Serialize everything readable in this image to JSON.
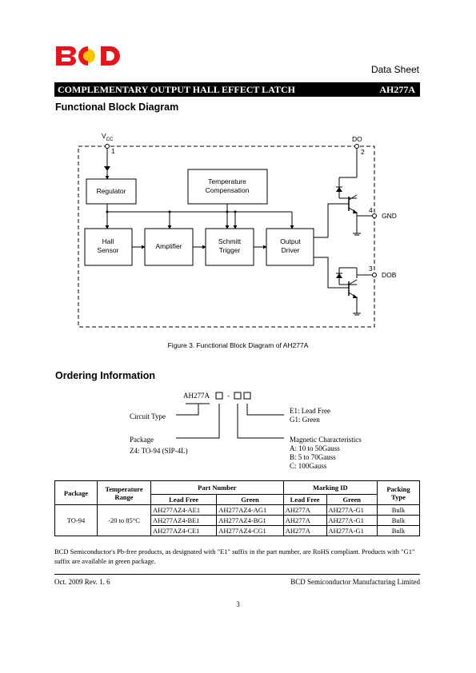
{
  "header": {
    "logo_text": "BCD",
    "doc_type": "Data Sheet",
    "title": "COMPLEMENTARY OUTPUT HALL EFFECT LATCH",
    "part": "AH277A"
  },
  "block_diagram": {
    "heading": "Functional Block Diagram",
    "blocks": {
      "regulator": "Regulator",
      "temp_comp_1": "Temperature",
      "temp_comp_2": "Compensation",
      "hall_1": "Hall",
      "hall_2": "Sensor",
      "amplifier": "Amplifier",
      "schmitt_1": "Schmitt",
      "schmitt_2": "Trigger",
      "output_1": "Output",
      "output_2": "Driver"
    },
    "pins": {
      "vcc": "V",
      "vcc_sub": "CC",
      "pin1": "1",
      "do": "DO",
      "pin2": "2",
      "gnd": "GND",
      "pin4": "4",
      "dob": "DOB",
      "pin3": "3"
    },
    "caption": "Figure 3. Functional Block Diagram of AH277A"
  },
  "ordering": {
    "heading": "Ordering Information",
    "code": "AH277A",
    "dash": "-",
    "circuit_type": "Circuit Type",
    "package_label": "Package",
    "package_value": "Z4: TO-94 (SIP-4L)",
    "e1": "E1: Lead Free",
    "g1": "G1: Green",
    "mag_title": "Magnetic Characteristics",
    "mag_a": "A: 10 to 50Gauss",
    "mag_b": "B: 5 to 70Gauss",
    "mag_c": "C: 100Gauss"
  },
  "table": {
    "headers": {
      "package": "Package",
      "temp": "Temperature Range",
      "part_number": "Part Number",
      "marking_id": "Marking ID",
      "packing": "Packing Type",
      "lead_free": "Lead Free",
      "green": "Green"
    },
    "package": "TO-94",
    "temp_range": "-20 to 85°C",
    "rows": [
      {
        "pn_lf": "AH277AZ4-AE1",
        "pn_g": "AH277AZ4-AG1",
        "m_lf": "AH277A",
        "m_g": "AH277A-G1",
        "pack": "Bulk"
      },
      {
        "pn_lf": "AH277AZ4-BE1",
        "pn_g": "AH277AZ4-BG1",
        "m_lf": "AH277A",
        "m_g": "AH277A-G1",
        "pack": "Bulk"
      },
      {
        "pn_lf": "AH277AZ4-CE1",
        "pn_g": "AH277AZ4-CG1",
        "m_lf": "AH277A",
        "m_g": "AH277A-G1",
        "pack": "Bulk"
      }
    ]
  },
  "note": "BCD Semiconductor's Pb-free products, as designated with \"E1\" suffix in the part number, are RoHS compliant. Products with \"G1\" suffix are available in green package.",
  "footer": {
    "date_rev": "Oct. 2009  Rev. 1. 6",
    "company": "BCD Semiconductor Manufacturing Limited",
    "page": "3"
  },
  "colors": {
    "logo_red": "#e8141b",
    "logo_yellow": "#f7c600"
  }
}
